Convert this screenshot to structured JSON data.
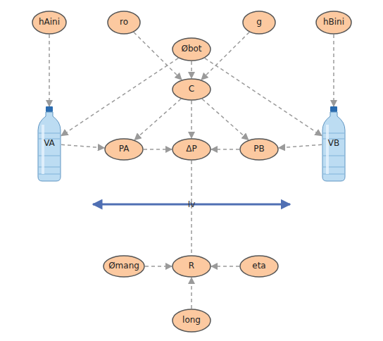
{
  "diagram": {
    "nodes": [
      {
        "text": [
          "hAini"
        ]
      },
      {
        "text": [
          "ro"
        ]
      },
      {
        "text": [
          "g"
        ]
      },
      {
        "text": [
          "hBini"
        ]
      },
      {
        "text": [
          "Øbot"
        ]
      },
      {
        "text": [
          "C"
        ]
      },
      {
        "text": [
          "VA"
        ]
      },
      {
        "text": [
          "PA"
        ]
      },
      {
        "text": [
          "ΔP"
        ]
      },
      {
        "text": [
          "PB"
        ]
      },
      {
        "text": [
          "VB"
        ]
      },
      {
        "text": [
          "Ømang"
        ]
      },
      {
        "text": [
          "R"
        ]
      },
      {
        "text": [
          "eta"
        ]
      },
      {
        "text": [
          "long"
        ]
      }
    ],
    "edges": [
      {
        "from": 0,
        "to": 6,
        "arrow": "to"
      },
      {
        "from": 3,
        "to": 10,
        "arrow": "to"
      },
      {
        "from": 1,
        "to": 5,
        "arrow": "to"
      },
      {
        "from": 4,
        "to": 5,
        "arrow": "to"
      },
      {
        "from": 2,
        "to": 5,
        "arrow": "to"
      },
      {
        "from": 4,
        "to": 6,
        "arrow": "to"
      },
      {
        "from": 4,
        "to": 10,
        "arrow": "to"
      },
      {
        "from": 5,
        "to": 7,
        "arrow": "to"
      },
      {
        "from": 5,
        "to": 8,
        "arrow": "to"
      },
      {
        "from": 5,
        "to": 9,
        "arrow": "to"
      },
      {
        "from": 6,
        "to": 7,
        "arrow": "to"
      },
      {
        "from": 10,
        "to": 9,
        "arrow": "to"
      },
      {
        "from": 7,
        "to": 8,
        "arrow": "to"
      },
      {
        "from": 9,
        "to": 8,
        "arrow": "to"
      },
      {
        "from": 8,
        "to": 12,
        "label": "Iv",
        "arrow": "none"
      },
      {
        "from": 11,
        "to": 12,
        "arrow": "to"
      },
      {
        "from": 13,
        "to": 12,
        "arrow": "to"
      },
      {
        "from": 14,
        "to": 12,
        "arrow": "to"
      }
    ]
  }
}
